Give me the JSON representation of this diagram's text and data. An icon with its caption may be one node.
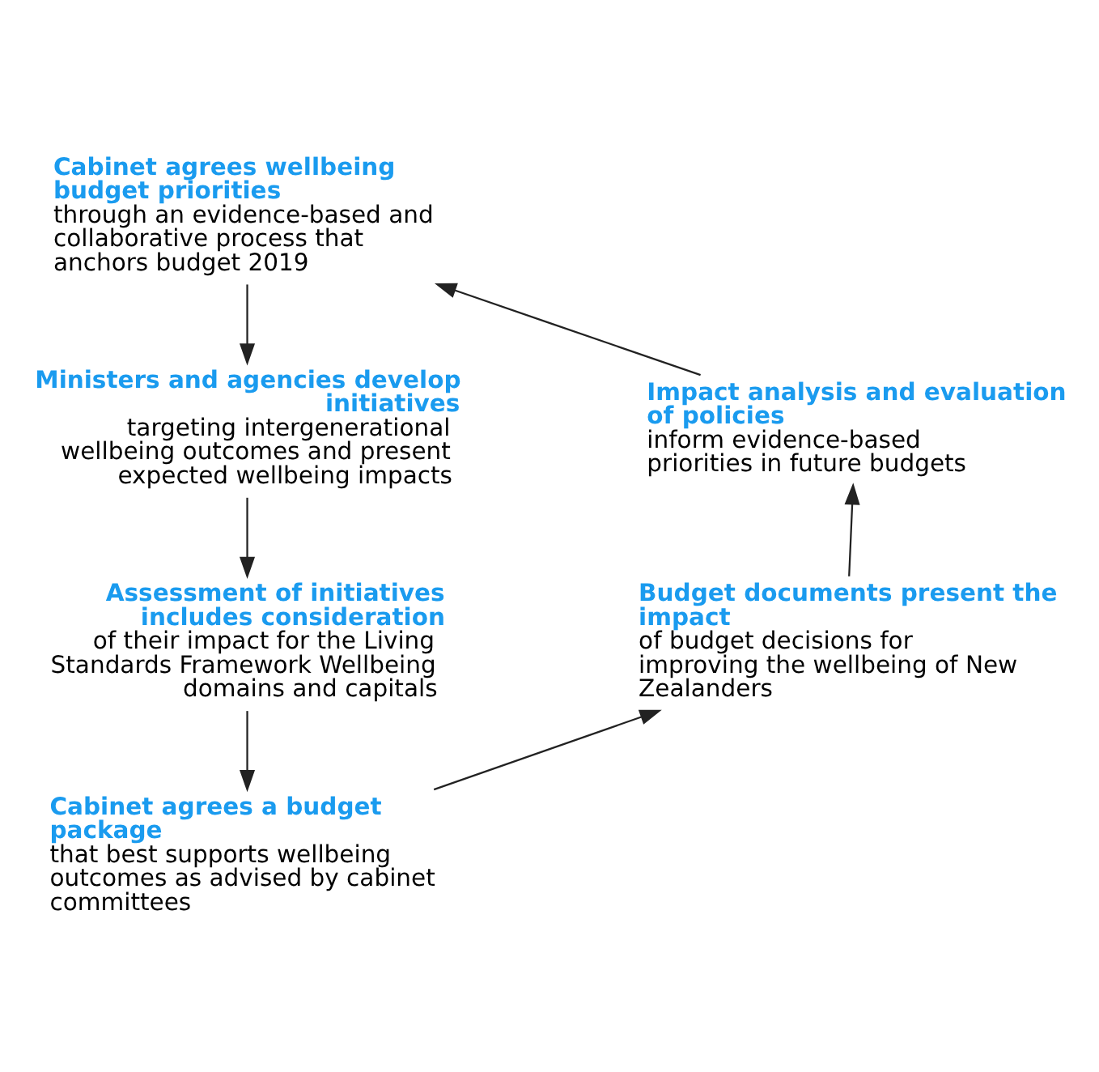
{
  "diagram": {
    "nodes": [
      {
        "text": [
          "Cabinet agrees wellbeing budget priorities",
          "through an evidence-based and collaborative process that anchors budget 2019"
        ]
      },
      {
        "text": [
          "Ministers and agencies develop initiatives",
          "targeting intergenerational wellbeing outcomes and present expected wellbeing impacts"
        ]
      },
      {
        "text": [
          "Assessment of initiatives includes consideration",
          "of their impact for the Living Standards Framework Wellbeing domains and capitals"
        ]
      },
      {
        "text": [
          "Cabinet agrees a budget package",
          "that best supports wellbeing outcomes as advised by cabinet committees"
        ]
      },
      {
        "text": [
          "Budget documents present the impact",
          "of budget decisions for improving the wellbeing of New Zealanders"
        ]
      },
      {
        "text": [
          "Impact analysis and evaluation of policies",
          "inform evidence-based priorities in future budgets"
        ]
      }
    ],
    "edges": [
      {
        "from": 0,
        "to": 1,
        "arrow": "to"
      },
      {
        "from": 1,
        "to": 2,
        "arrow": "to"
      },
      {
        "from": 2,
        "to": 3,
        "arrow": "to"
      },
      {
        "from": 3,
        "to": 4,
        "arrow": "to"
      },
      {
        "from": 4,
        "to": 5,
        "arrow": "to"
      },
      {
        "from": 5,
        "to": 0,
        "arrow": "to"
      }
    ]
  }
}
